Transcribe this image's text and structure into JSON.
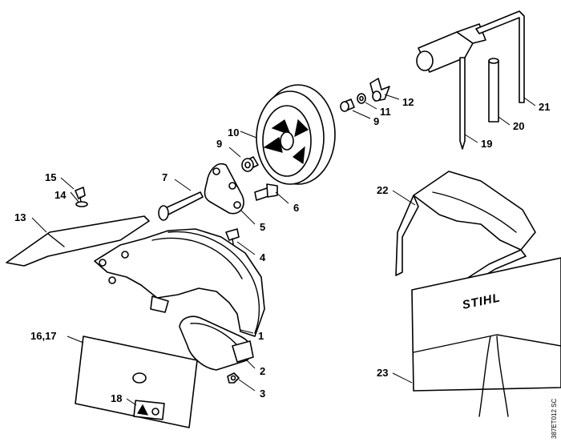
{
  "callouts": {
    "c1": "1",
    "c2": "2",
    "c3": "3",
    "c4": "4",
    "c5": "5",
    "c6": "6",
    "c7": "7",
    "c9a": "9",
    "c9b": "9",
    "c10": "10",
    "c11": "11",
    "c12": "12",
    "c13": "13",
    "c14": "14",
    "c15": "15",
    "c1617": "16,17",
    "c18": "18",
    "c19": "19",
    "c20": "20",
    "c21": "21",
    "c22": "22",
    "c23": "23"
  },
  "pouch_brand": "STIHL",
  "drawing_code": "387ET012 SC"
}
